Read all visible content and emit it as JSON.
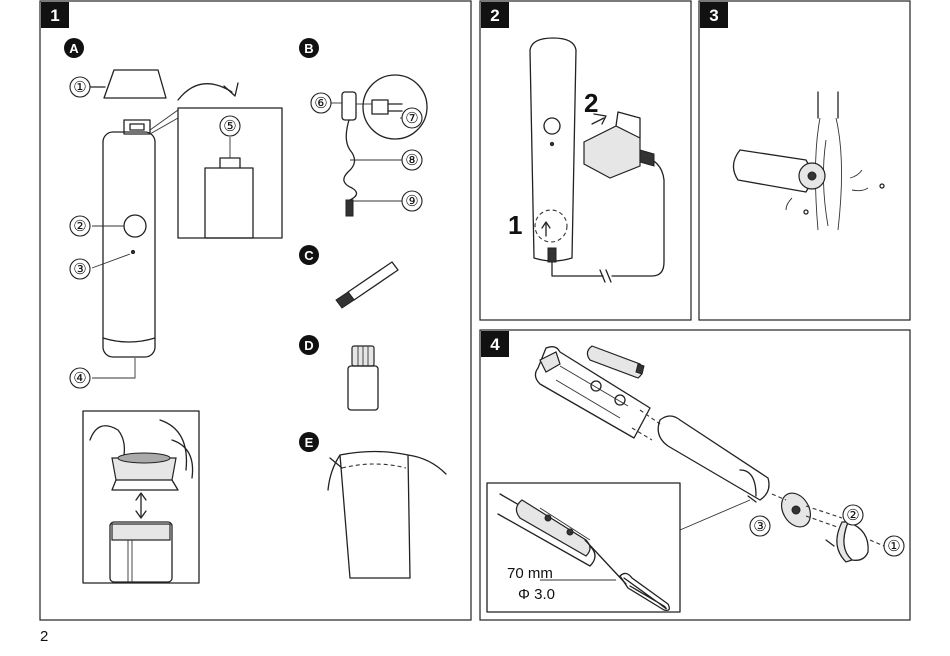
{
  "panels": [
    {
      "label": "1"
    },
    {
      "label": "2"
    },
    {
      "label": "3"
    },
    {
      "label": "4"
    }
  ],
  "sections": [
    "A",
    "B",
    "C",
    "D",
    "E"
  ],
  "callouts": {
    "p1": [
      "①",
      "②",
      "③",
      "④",
      "⑤",
      "⑥",
      "⑦",
      "⑧",
      "⑨"
    ],
    "p4": [
      "①",
      "②",
      "③"
    ]
  },
  "steps": {
    "step1": "1",
    "step2": "2"
  },
  "dimensions": {
    "length": "70 mm",
    "diameter": "Φ 3.0"
  },
  "page_number": "2"
}
